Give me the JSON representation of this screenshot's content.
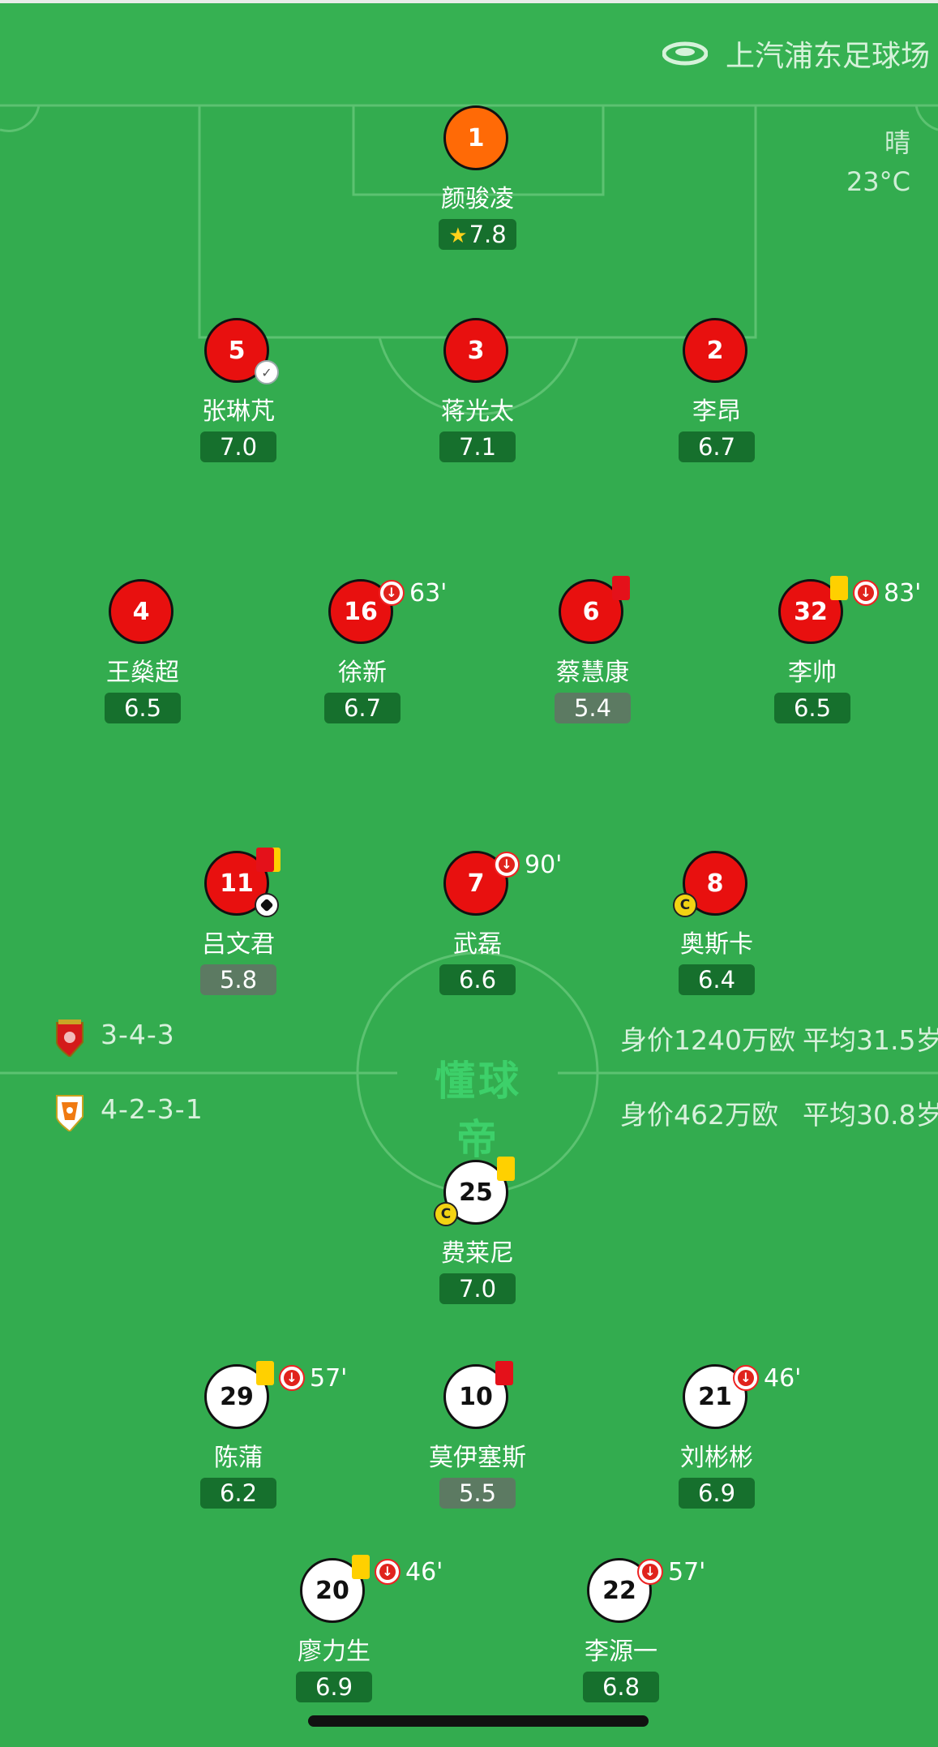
{
  "stadium": {
    "name": "上汽浦东足球场",
    "icon": "stadium-icon"
  },
  "weather": {
    "condition": "晴",
    "temperature": "23°C"
  },
  "colors": {
    "pitch": "#33ac4f",
    "home_shirt": "#e8100f",
    "away_shirt": "#ffffff",
    "keeper_shirt": "#ff6a06",
    "rating_bg": "#16702d",
    "rating_low_bg": "#5c7a62",
    "yellow_card": "#ffd000",
    "red_card": "#e4111a"
  },
  "home": {
    "formation": "3-4-3",
    "value": "身价1240万欧",
    "avg_age": "平均31.5岁"
  },
  "away": {
    "formation": "4-2-3-1",
    "value": "身价462万欧",
    "avg_age": "平均30.8岁"
  },
  "watermark": "懂球帝",
  "players": {
    "p1": {
      "number": "1",
      "name": "颜骏凌",
      "rating": "7.8"
    },
    "p5": {
      "number": "5",
      "name": "张琳芃",
      "rating": "7.0"
    },
    "p3": {
      "number": "3",
      "name": "蒋光太",
      "rating": "7.1"
    },
    "p2": {
      "number": "2",
      "name": "李昂",
      "rating": "6.7"
    },
    "p4": {
      "number": "4",
      "name": "王燊超",
      "rating": "6.5"
    },
    "p16": {
      "number": "16",
      "name": "徐新",
      "rating": "6.7",
      "sub_minute": "63'"
    },
    "p6": {
      "number": "6",
      "name": "蔡慧康",
      "rating": "5.4"
    },
    "p32": {
      "number": "32",
      "name": "李帅",
      "rating": "6.5",
      "sub_minute": "83'"
    },
    "p11": {
      "number": "11",
      "name": "吕文君",
      "rating": "5.8"
    },
    "p7": {
      "number": "7",
      "name": "武磊",
      "rating": "6.6",
      "sub_minute": "90'"
    },
    "p8": {
      "number": "8",
      "name": "奥斯卡",
      "rating": "6.4",
      "captain": "C"
    },
    "a25": {
      "number": "25",
      "name": "费莱尼",
      "rating": "7.0",
      "captain": "C"
    },
    "a29": {
      "number": "29",
      "name": "陈蒲",
      "rating": "6.2",
      "sub_minute": "57'"
    },
    "a10": {
      "number": "10",
      "name": "莫伊塞斯",
      "rating": "5.5"
    },
    "a21": {
      "number": "21",
      "name": "刘彬彬",
      "rating": "6.9",
      "sub_minute": "46'"
    },
    "a20": {
      "number": "20",
      "name": "廖力生",
      "rating": "6.9",
      "sub_minute": "46'"
    },
    "a22": {
      "number": "22",
      "name": "李源一",
      "rating": "6.8",
      "sub_minute": "57'"
    }
  }
}
